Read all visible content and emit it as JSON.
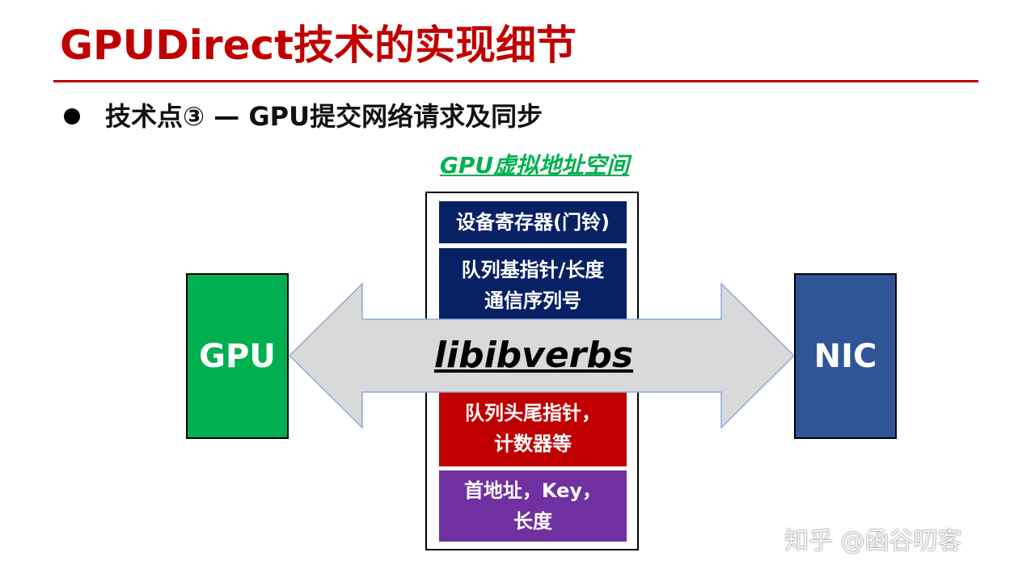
{
  "slide": {
    "title": "GPUDirect技术的实现细节",
    "bullet": "技术点③ — GPU提交网络请求及同步"
  },
  "diagram": {
    "space_caption": "GPU虚拟地址空间",
    "blocks": [
      {
        "label": "设备寄存器(门铃)",
        "color": "#082064"
      },
      {
        "label": "队列基指针/长度\n通信序列号",
        "color": "#082064"
      },
      {
        "label": "队列头尾指针，\n计数器等",
        "color": "#c00000"
      },
      {
        "label": "首地址，Key，\n长度",
        "color": "#7030a0"
      }
    ],
    "gpu_label": "GPU",
    "nic_label": "NIC",
    "arrow_label": "libibverbs",
    "colors": {
      "title": "#c00000",
      "caption": "#00b050",
      "gpu": "#00b050",
      "nic": "#2f5597",
      "arrow_fill": "#d9d9d9",
      "arrow_stroke": "#8faadc"
    }
  },
  "watermark": "知乎 @函谷叨客"
}
